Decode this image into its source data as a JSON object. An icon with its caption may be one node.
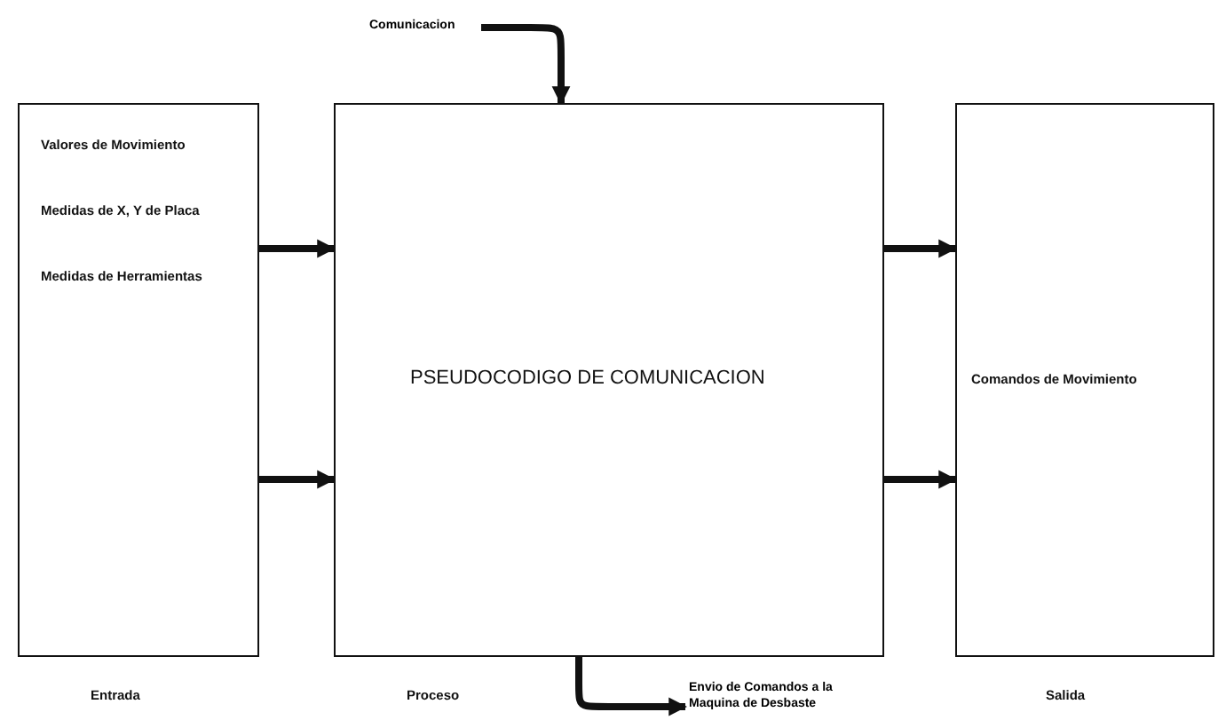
{
  "diagram": {
    "nodes": [
      {
        "text": [
          "Valores de Movimiento",
          "Medidas de X, Y de Placa",
          "Medidas de Herramientas",
          "Entrada"
        ]
      },
      {
        "text": [
          "PSEUDOCODIGO DE COMUNICACION",
          "Proceso"
        ]
      },
      {
        "text": [
          "Comandos de Movimiento",
          "Salida"
        ]
      },
      {
        "text": [
          "Comunicacion"
        ]
      },
      {
        "text": [
          "Envio de Comandos a la Maquina de Desbaste"
        ]
      }
    ],
    "edges": [
      {
        "from": 0,
        "to": 1,
        "arrow": "to"
      },
      {
        "from": 0,
        "to": 1,
        "arrow": "to"
      },
      {
        "from": 1,
        "to": 2,
        "arrow": "to"
      },
      {
        "from": 1,
        "to": 2,
        "arrow": "to"
      },
      {
        "from": 3,
        "to": 1,
        "arrow": "to"
      },
      {
        "from": 1,
        "to": 4,
        "arrow": "to"
      }
    ]
  }
}
